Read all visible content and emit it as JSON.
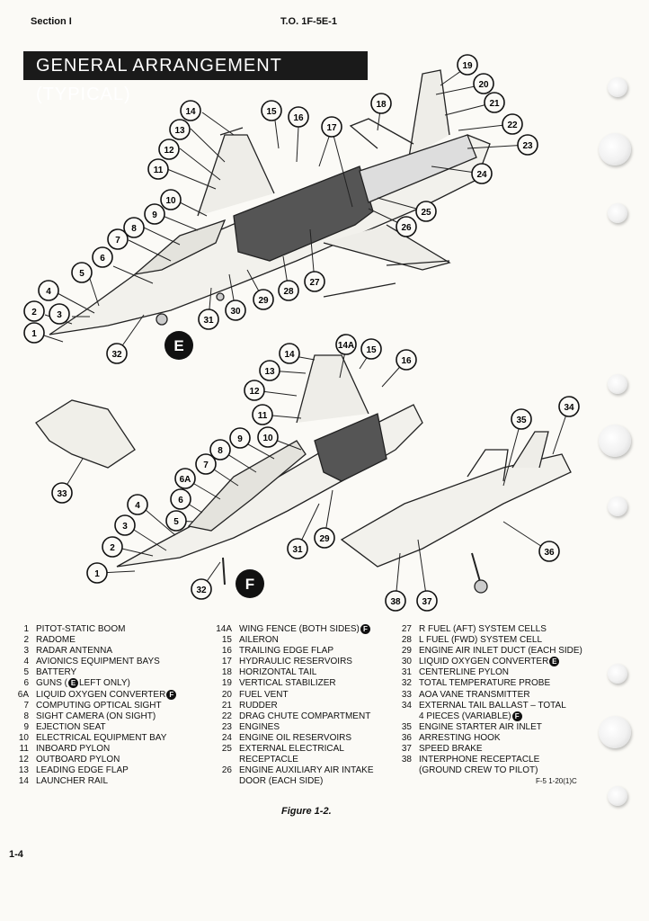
{
  "header": {
    "section": "Section I",
    "to_number": "T.O. 1F-5E-1"
  },
  "title": "GENERAL ARRANGEMENT (TYPICAL)",
  "view_labels": [
    "E",
    "F"
  ],
  "callouts": {
    "view_e": [
      "1",
      "2",
      "3",
      "4",
      "5",
      "6",
      "7",
      "8",
      "9",
      "10",
      "11",
      "12",
      "13",
      "14",
      "15",
      "16",
      "17",
      "18",
      "19",
      "20",
      "21",
      "22",
      "23",
      "24",
      "25",
      "26",
      "27",
      "28",
      "29",
      "30",
      "31",
      "32"
    ],
    "view_f": [
      "1",
      "2",
      "3",
      "4",
      "5",
      "6",
      "6A",
      "7",
      "8",
      "9",
      "10",
      "11",
      "12",
      "13",
      "14",
      "14A",
      "15",
      "16",
      "29",
      "31",
      "32",
      "33",
      "34",
      "35",
      "36",
      "37",
      "38"
    ]
  },
  "legend": {
    "col1": [
      {
        "n": "1",
        "t": "PITOT-STATIC BOOM"
      },
      {
        "n": "2",
        "t": "RADOME"
      },
      {
        "n": "3",
        "t": "RADAR ANTENNA"
      },
      {
        "n": "4",
        "t": "AVIONICS EQUIPMENT BAYS"
      },
      {
        "n": "5",
        "t": "BATTERY"
      },
      {
        "n": "6",
        "t": "GUNS (",
        "badge": "E",
        "t2": " LEFT ONLY)"
      },
      {
        "n": "6A",
        "t": "LIQUID OXYGEN CONVERTER ",
        "badge": "F",
        "t2": ""
      },
      {
        "n": "7",
        "t": "COMPUTING OPTICAL SIGHT"
      },
      {
        "n": "8",
        "t": "SIGHT CAMERA (ON SIGHT)"
      },
      {
        "n": "9",
        "t": "EJECTION SEAT"
      },
      {
        "n": "10",
        "t": "ELECTRICAL EQUIPMENT BAY"
      },
      {
        "n": "11",
        "t": "INBOARD PYLON"
      },
      {
        "n": "12",
        "t": "OUTBOARD PYLON"
      },
      {
        "n": "13",
        "t": "LEADING EDGE FLAP"
      },
      {
        "n": "14",
        "t": "LAUNCHER RAIL"
      }
    ],
    "col2": [
      {
        "n": "14A",
        "t": "WING FENCE (BOTH SIDES) ",
        "badge": "F",
        "t2": ""
      },
      {
        "n": "15",
        "t": "AILERON"
      },
      {
        "n": "16",
        "t": "TRAILING EDGE FLAP"
      },
      {
        "n": "17",
        "t": "HYDRAULIC RESERVOIRS"
      },
      {
        "n": "18",
        "t": "HORIZONTAL TAIL"
      },
      {
        "n": "19",
        "t": "VERTICAL STABILIZER"
      },
      {
        "n": "20",
        "t": "FUEL VENT"
      },
      {
        "n": "21",
        "t": "RUDDER"
      },
      {
        "n": "22",
        "t": "DRAG CHUTE COMPARTMENT"
      },
      {
        "n": "23",
        "t": "ENGINES"
      },
      {
        "n": "24",
        "t": "ENGINE OIL RESERVOIRS"
      },
      {
        "n": "25",
        "t": "EXTERNAL ELECTRICAL"
      },
      {
        "n": "",
        "t": "RECEPTACLE"
      },
      {
        "n": "26",
        "t": "ENGINE AUXILIARY AIR INTAKE"
      },
      {
        "n": "",
        "t": "DOOR (EACH SIDE)"
      }
    ],
    "col3": [
      {
        "n": "27",
        "t": "R FUEL (AFT) SYSTEM CELLS"
      },
      {
        "n": "28",
        "t": "L FUEL (FWD) SYSTEM CELL"
      },
      {
        "n": "29",
        "t": "ENGINE AIR INLET DUCT (EACH SIDE)"
      },
      {
        "n": "30",
        "t": "LIQUID OXYGEN CONVERTER ",
        "badge": "E",
        "t2": ""
      },
      {
        "n": "31",
        "t": "CENTERLINE PYLON"
      },
      {
        "n": "32",
        "t": "TOTAL TEMPERATURE PROBE"
      },
      {
        "n": "33",
        "t": "AOA VANE TRANSMITTER"
      },
      {
        "n": "34",
        "t": "EXTERNAL TAIL BALLAST – TOTAL"
      },
      {
        "n": "",
        "t": "4 PIECES (VARIABLE) ",
        "badge": "F",
        "t2": ""
      },
      {
        "n": "35",
        "t": "ENGINE STARTER AIR INLET"
      },
      {
        "n": "36",
        "t": "ARRESTING HOOK"
      },
      {
        "n": "37",
        "t": "SPEED BRAKE"
      },
      {
        "n": "38",
        "t": "INTERPHONE RECEPTACLE"
      },
      {
        "n": "",
        "t": "(GROUND CREW TO PILOT)"
      }
    ]
  },
  "figure_id": "F-5 1-20(1)C",
  "caption": "Figure 1-2.",
  "page_number": "1-4"
}
